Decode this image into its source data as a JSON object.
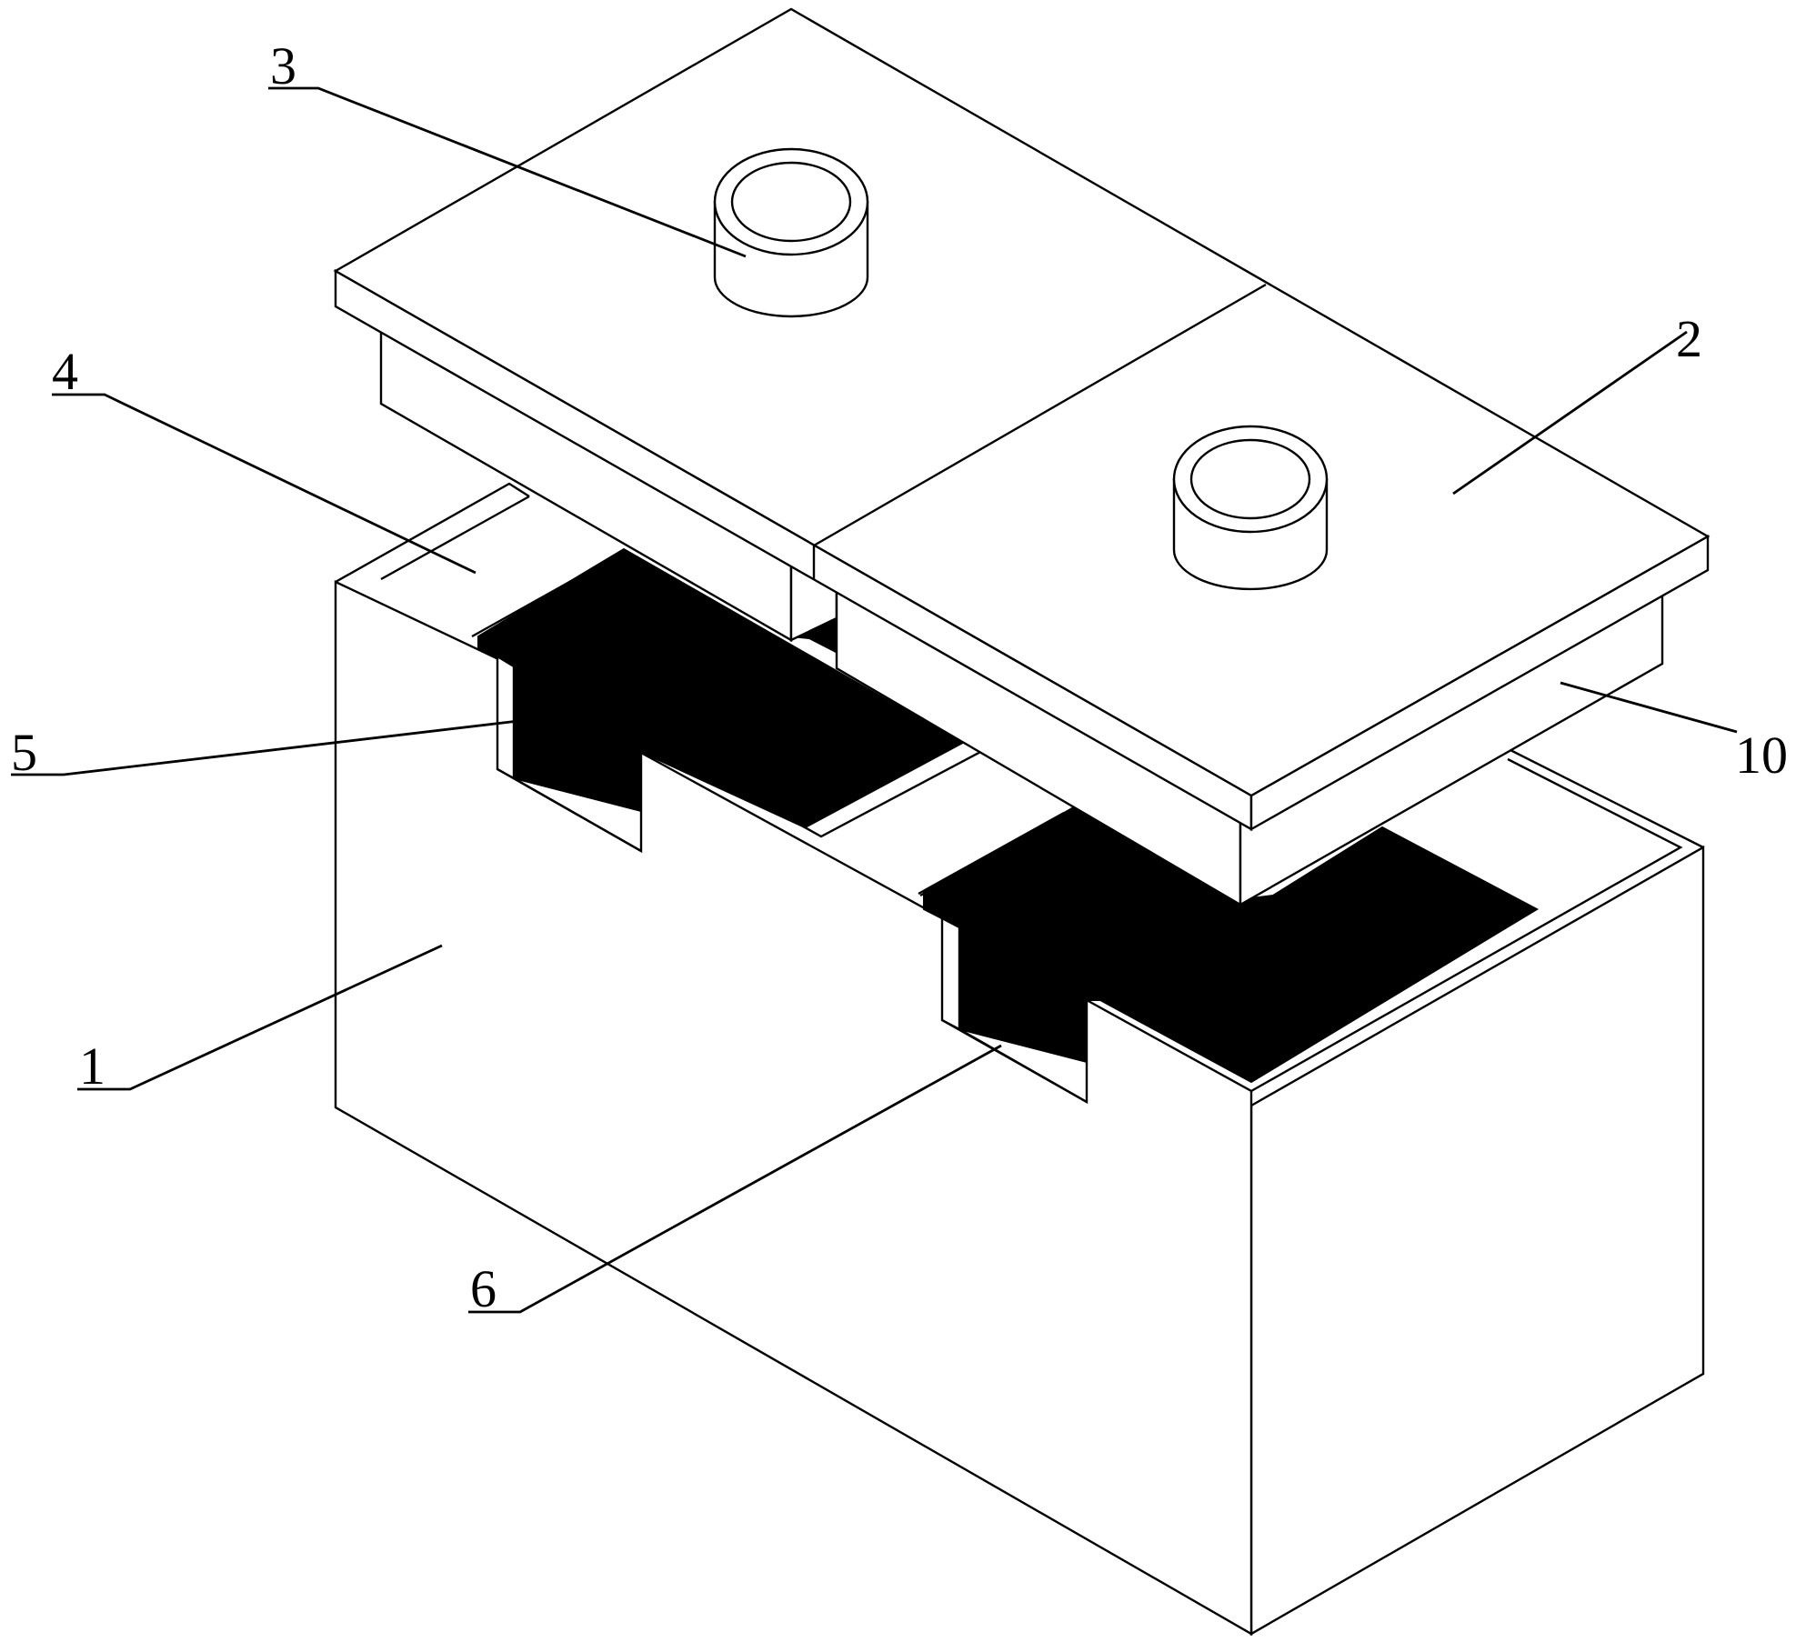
{
  "labels": {
    "l1": "1",
    "l2": "2",
    "l3": "3",
    "l4": "4",
    "l5": "5",
    "l6": "6",
    "l10": "10"
  },
  "colors": {
    "line": "#000000",
    "fill": "#ffffff",
    "plates": "#000000"
  }
}
